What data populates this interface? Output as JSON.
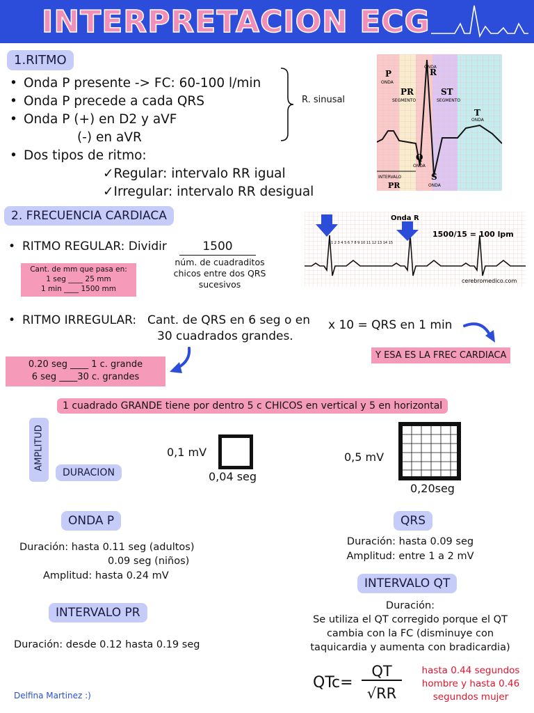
{
  "header": {
    "title": "INTERPRETACION ECG"
  },
  "ritmo": {
    "heading": "1.RITMO",
    "bullets": [
      "Onda P presente -> FC: 60-100 l/min",
      "Onda P precede a cada QRS",
      "Onda P (+) en D2 y aVF",
      "(-) en aVR",
      "Dos tipos de ritmo:"
    ],
    "checks": [
      "✓Regular: intervalo RR igual",
      "✓Irregular: intervalo RR desigual"
    ],
    "brace_label": "R. sinusal",
    "diagram_labels": {
      "p": "P",
      "p_onda": "ONDA",
      "onda_r": "ONDA",
      "r": "R",
      "pr": "PR",
      "pr_seg": "SEGMENTO",
      "st": "ST",
      "st_seg": "SEGMENTO",
      "t": "T",
      "t_onda": "ONDA",
      "q": "Q",
      "q_onda": "ONDA",
      "s": "S",
      "s_onda": "ONDA",
      "intervalo": "INTERVALO",
      "pr2": "PR"
    }
  },
  "frecuencia": {
    "heading": "2. FRECUENCIA CARDIACA",
    "regular_label": "RITMO REGULAR:  Dividir",
    "numerator": "1500",
    "denominator": "núm. de cuadraditos chicos entre dos QRS sucesivos",
    "pink_box": {
      "line1": "Cant. de mm que pasa en:",
      "line2": "1 seg ____ 25 mm",
      "line3": "1 min ____ 1500 mm"
    },
    "strip": {
      "onda_r": "Onda R",
      "formula": "1500/15 = 100 lpm",
      "numbers": "1 2 3 4 5 6 7 8 9 10 11 12 13 14 15",
      "credit": "cerebromedico.com"
    },
    "irregular_label": "RITMO IRREGULAR:",
    "irregular_text1": "Cant. de QRS en 6 seg o en",
    "irregular_text2": "30 cuadrados grandes.",
    "times10": "x 10 = QRS en 1 min",
    "esa_box": "Y ESA ES LA FREC CARDIACA",
    "pink2": {
      "line1": "0.20 seg ____ 1 c. grande",
      "line2": "6 seg ____30 c. grandes"
    }
  },
  "cuadrado": {
    "banner": "1 cuadrado GRANDE tiene por dentro 5 c CHICOS en vertical y 5 en horizontal",
    "amplitud": "AMPLITUD",
    "duracion": "DURACION",
    "small_mv": "0,1 mV",
    "small_seg": "0,04 seg",
    "big_mv": "0,5 mV",
    "big_seg": "0,20seg"
  },
  "onda_p": {
    "heading": "ONDA P",
    "line1": "Duración: hasta 0.11 seg (adultos)",
    "line2": "0.09 seg (niños)",
    "line3": "Amplitud: hasta 0.24 mV"
  },
  "qrs": {
    "heading": "QRS",
    "line1": "Duración: hasta 0.09 seg",
    "line2": "Amplitud: entre 1 a 2 mV"
  },
  "pr": {
    "heading": "INTERVALO PR",
    "line1": "Duración: desde 0.12 hasta 0.19 seg"
  },
  "qt": {
    "heading": "INTERVALO QT",
    "line1": "Duración:",
    "line2": "Se utiliza el QT corregido porque el QT",
    "line3": "cambia con la FC (disminuye con",
    "line4": "taquicardia y aumenta con bradicardia)",
    "formula_lhs": "QTc=",
    "formula_num": "QT",
    "formula_den": "√RR",
    "red1": "hasta 0.44 segundos",
    "red2": "hombre y hasta 0.46",
    "red3": "segundos mujer"
  },
  "footer": {
    "author": "Delfina Martinez :)"
  },
  "colors": {
    "header": "#2c4dd9",
    "pill": "#c5ccf7",
    "pink": "#f59ab8",
    "red": "#e0142c"
  }
}
